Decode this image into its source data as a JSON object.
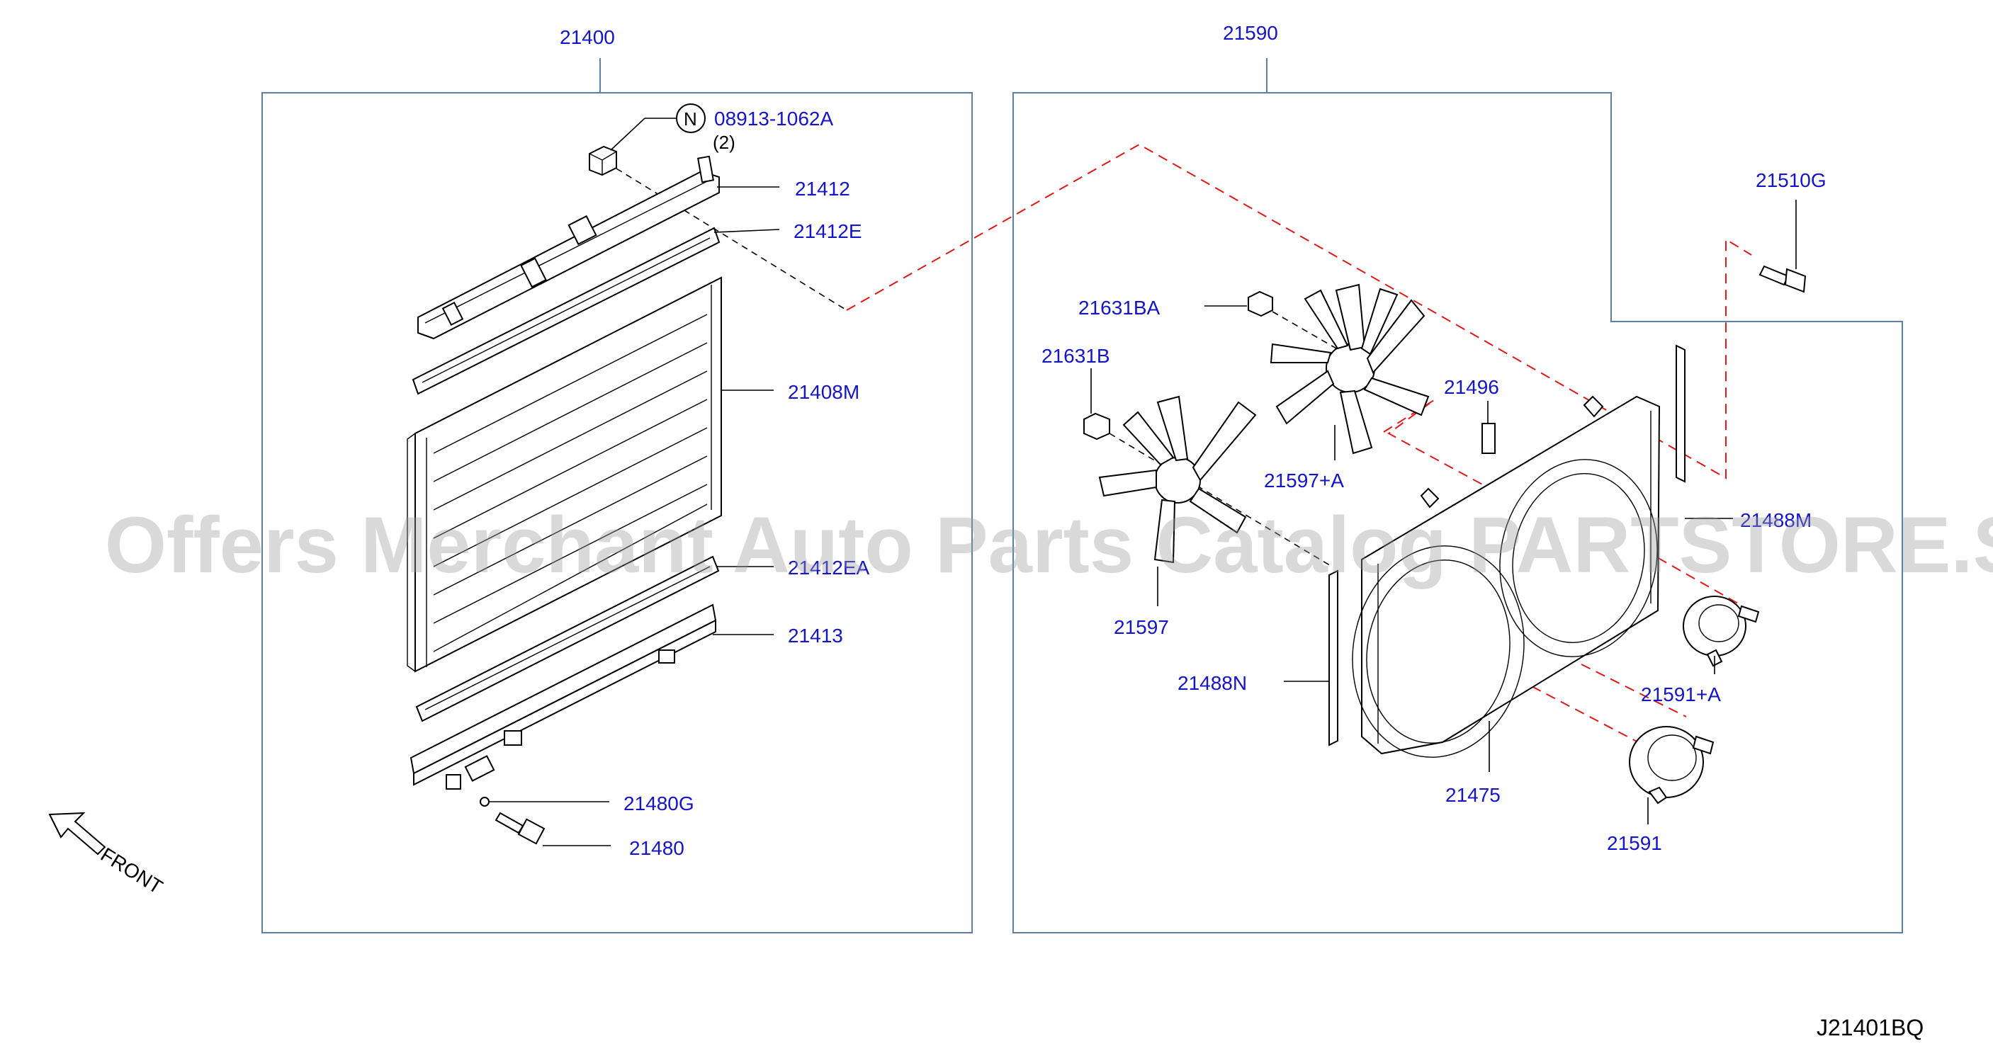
{
  "groups": {
    "radiator_assembly": "21400",
    "fan_assembly": "21590"
  },
  "parts": {
    "nut_spec": "08913-1062A",
    "nut_qty": "(2)",
    "nut_prefix": "N",
    "upper_tank": "21412",
    "upper_seal": "21412E",
    "core": "21408M",
    "lower_seal": "21412EA",
    "lower_tank": "21413",
    "drain_seal": "21480G",
    "drain_plug": "21480",
    "bolt": "21510G",
    "nut_a": "21631BA",
    "nut_b": "21631B",
    "label": "21496",
    "fan_a": "21597+A",
    "fan_b": "21597",
    "seal_right": "21488M",
    "seal_left": "21488N",
    "shroud": "21475",
    "motor_a": "21591+A",
    "motor_b": "21591"
  },
  "direction_label": "FRONT",
  "watermark_text": "Offers Merchant Auto Parts Catalog PARTSTORE.SA",
  "figure_ref": "J21401BQ"
}
